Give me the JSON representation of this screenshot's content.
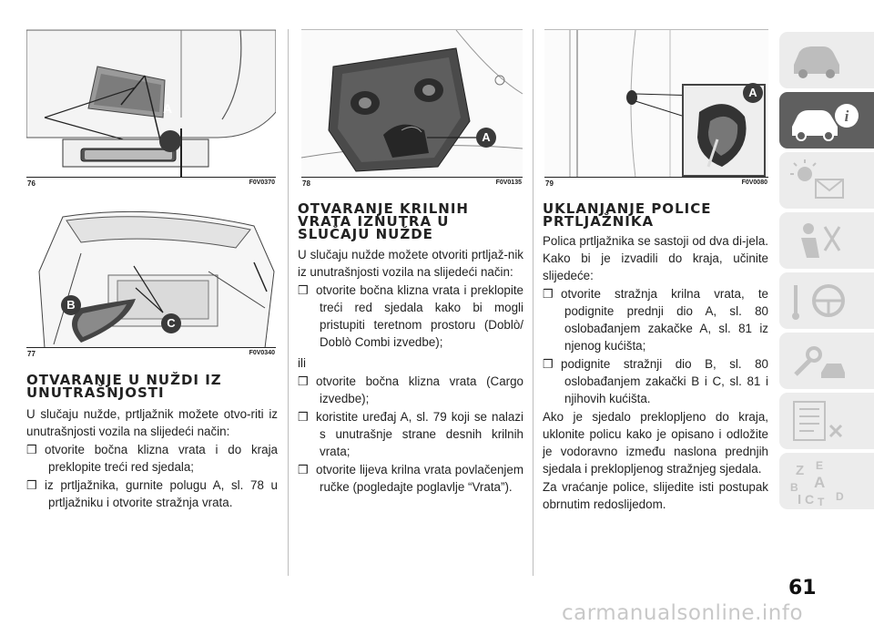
{
  "figures": [
    {
      "num": "76",
      "code": "F0V0370",
      "callouts": [
        "A"
      ]
    },
    {
      "num": "77",
      "code": "F0V0340",
      "callouts": [
        "B",
        "C"
      ]
    },
    {
      "num": "78",
      "code": "F0V0135",
      "callouts": [
        "A"
      ]
    },
    {
      "num": "79",
      "code": "F0V0080",
      "callouts": [
        "A"
      ]
    }
  ],
  "sections": {
    "otvaranje_nuzdi": {
      "title_line1": "OTVARANJE U NUŽDI IZ",
      "title_line2": "UNUTRAŠNJOSTI",
      "intro": "U slučaju nužde, prtljažnik možete otvo-riti iz unutrašnjosti vozila na slijedeći način:",
      "bullets": [
        "otvorite bočna klizna vrata i do kraja preklopite treći red sjedala;",
        "iz prtljažnika, gurnite polugu A, sl. 78 u prtljažniku i otvorite stražnja vrata."
      ]
    },
    "krilna_vrata": {
      "title_line1": "OTVARANJE KRILNIH",
      "title_line2": "VRATA IZNUTRA U",
      "title_line3": "SLUČAJU NUŽDE",
      "intro": "U slučaju nužde možete otvoriti prtljaž-nik iz unutrašnjosti vozila na slijedeći način:",
      "bullet1": "otvorite bočna klizna vrata i preklopite treći red sjedala kako bi mogli pristupiti teretnom prostoru (Doblò/ Doblò Combi izvedbe);",
      "or": "ili",
      "bullets2": [
        "otvorite bočna klizna vrata (Cargo izvedbe);",
        "koristite uređaj A, sl. 79 koji se nalazi s unutrašnje strane desnih krilnih vrata;",
        "otvorite lijeva krilna vrata povlačenjem ručke (pogledajte poglavlje “Vrata”)."
      ]
    },
    "polica": {
      "title_line1": "UKLANJANJE POLICE",
      "title_line2": "PRTLJAŽNIKA",
      "intro": "Polica prtljažnika se sastoji od dva di-jela. Kako bi je izvadili do kraja, učinite slijedeće:",
      "bullets": [
        "otvorite stražnja krilna vrata, te podignite prednji dio A, sl. 80 oslobađanjem zakačke A, sl. 81 iz njenog kućišta;",
        "podignite stražnji dio B, sl. 80 oslobađanjem zakački B i C, sl. 81 i njihovih kućišta."
      ],
      "para2": "Ako je sjedalo preklopljeno do kraja, uklonite policu kako je opisano i odložite je vodoravno između naslona prednjih sjedala i preklopljenog stražnjeg sjedala.",
      "para3": "Za vraćanje police, slijedite isti postupak obrnutim redoslijedom."
    }
  },
  "bullet_symbol": "❒",
  "sidebar_tabs": [
    {
      "icon": "car-icon",
      "active": false
    },
    {
      "icon": "car-info-icon",
      "active": true
    },
    {
      "icon": "warning-lights-icon",
      "active": false
    },
    {
      "icon": "airbag-person-icon",
      "active": false
    },
    {
      "icon": "steering-wheel-tools-icon",
      "active": false
    },
    {
      "icon": "wrench-car-icon",
      "active": false
    },
    {
      "icon": "document-list-icon",
      "active": false
    },
    {
      "icon": "alphabet-index-icon",
      "active": false
    }
  ],
  "alphabet_letters": [
    "Z",
    "E",
    "A",
    "B",
    "I",
    "C",
    "T",
    "D"
  ],
  "page_number": "61",
  "watermark": "carmanualsonline.info"
}
